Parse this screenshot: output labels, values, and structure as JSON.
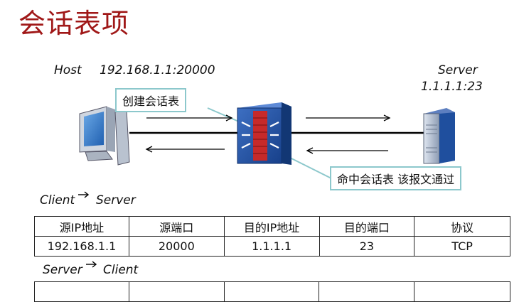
{
  "title": "会话表项",
  "host": {
    "name": "Host",
    "address": "192.168.1.1:20000"
  },
  "server": {
    "name": "Server",
    "address": "1.1.1.1:23"
  },
  "callouts": {
    "create": "创建会话表",
    "hit": "命中会话表 该报文通过"
  },
  "section1": {
    "from": "Client",
    "to": "Server"
  },
  "section2": {
    "from": "Server",
    "to": "Client"
  },
  "table": {
    "headers": [
      "源IP地址",
      "源端口",
      "目的IP地址",
      "目的端口",
      "协议"
    ],
    "row": [
      "192.168.1.1",
      "20000",
      "1.1.1.1",
      "23",
      "TCP"
    ]
  }
}
